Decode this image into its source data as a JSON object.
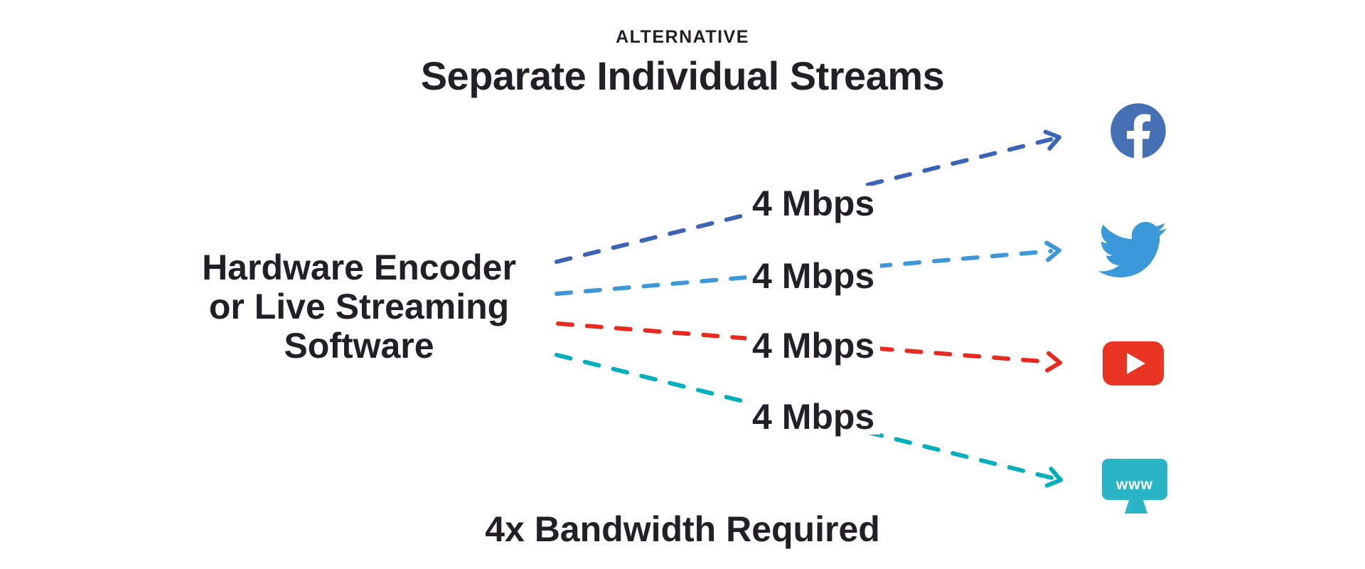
{
  "header": {
    "kicker": "ALTERNATIVE",
    "title": "Separate Individual Streams"
  },
  "source": {
    "line1": "Hardware Encoder",
    "line2": "or Live Streaming",
    "line3": "Software"
  },
  "streams": [
    {
      "platform": "facebook",
      "bandwidth_label": "4 Mbps",
      "arrow_color": "#3c63b5",
      "icon_color": "#4570b6",
      "icon": "facebook-icon"
    },
    {
      "platform": "twitter",
      "bandwidth_label": "4 Mbps",
      "arrow_color": "#3e98d8",
      "icon_color": "#3b99da",
      "icon": "twitter-icon"
    },
    {
      "platform": "youtube",
      "bandwidth_label": "4 Mbps",
      "arrow_color": "#e8291f",
      "icon_color": "#e93323",
      "icon": "youtube-icon"
    },
    {
      "platform": "web",
      "bandwidth_label": "4 Mbps",
      "arrow_color": "#00aebc",
      "icon_color": "#29b5c6",
      "icon": "www-monitor-icon",
      "icon_text": "www"
    }
  ],
  "footer": {
    "note": "4x Bandwidth Required"
  },
  "colors": {
    "text": "#221f26",
    "background": "#ffffff"
  }
}
